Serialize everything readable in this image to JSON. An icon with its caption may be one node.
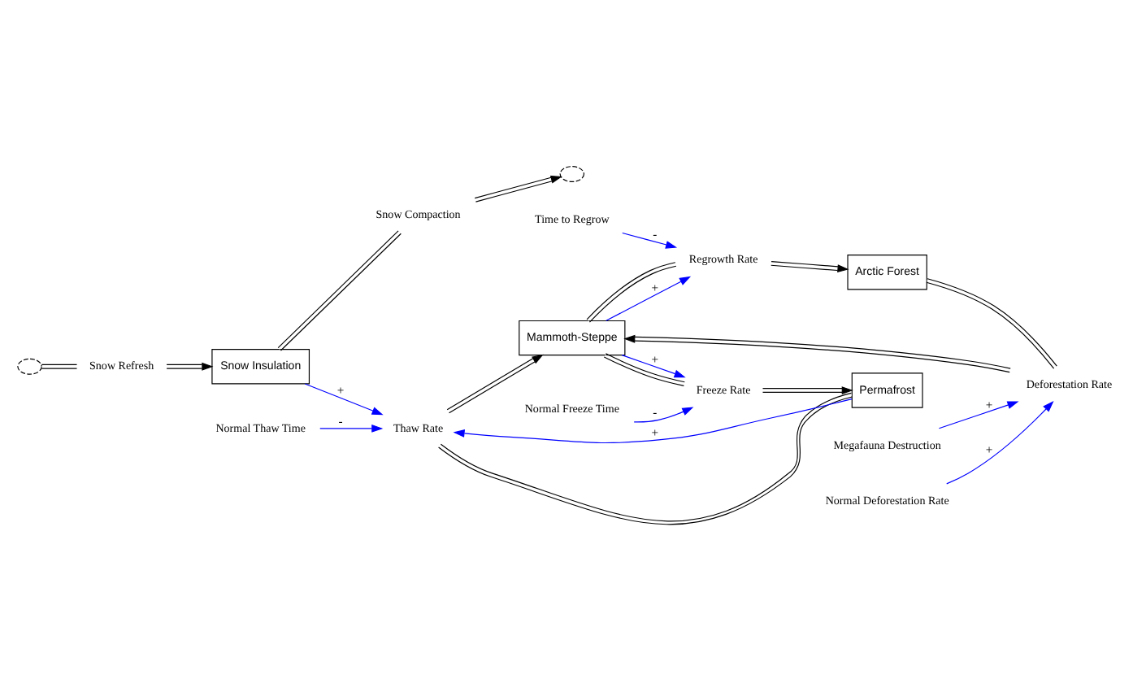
{
  "diagram": {
    "nodes": [
      {
        "text": [],
        "shape": "cloud"
      },
      {
        "text": [
          "Snow Insulation"
        ]
      },
      {
        "text": [],
        "shape": "cloud"
      },
      {
        "text": [
          "Snow Refresh"
        ]
      },
      {
        "text": [
          "Snow Compaction"
        ]
      },
      {
        "text": [
          "Normal Thaw Time"
        ]
      },
      {
        "text": [
          "Thaw Rate"
        ]
      },
      {
        "text": [
          "Permafrost"
        ]
      },
      {
        "text": [
          "Mammoth-Steppe"
        ]
      },
      {
        "text": [
          "Freeze Rate"
        ]
      },
      {
        "text": [
          "Megafauna Destruction"
        ]
      },
      {
        "text": [
          "Deforestation Rate"
        ]
      },
      {
        "text": [
          "Arctic Forest"
        ]
      },
      {
        "text": [
          "Normal Deforestation Rate"
        ]
      },
      {
        "text": [
          "Normal Freeze Time"
        ]
      },
      {
        "text": [
          "Regrowth Rate"
        ]
      },
      {
        "text": [
          "Time to Regrow"
        ]
      }
    ],
    "edges": [
      {
        "from": 0,
        "to": 3,
        "arrow": "none"
      },
      {
        "from": 3,
        "to": 1,
        "arrow": "to"
      },
      {
        "from": 1,
        "to": 4,
        "arrow": "none"
      },
      {
        "from": 4,
        "to": 2,
        "arrow": "to"
      },
      {
        "from": 7,
        "to": 6,
        "arrow": "none"
      },
      {
        "from": 6,
        "to": 8,
        "arrow": "to"
      },
      {
        "from": 8,
        "to": 9,
        "arrow": "none"
      },
      {
        "from": 9,
        "to": 7,
        "arrow": "to"
      },
      {
        "from": 12,
        "to": 11,
        "arrow": "none"
      },
      {
        "from": 11,
        "to": 8,
        "arrow": "to"
      },
      {
        "from": 8,
        "to": 15,
        "arrow": "none"
      },
      {
        "from": 15,
        "to": 12,
        "arrow": "to"
      },
      {
        "from": 5,
        "to": 6,
        "arrow": "to",
        "label": "-",
        "color": "#0000ff"
      },
      {
        "from": 1,
        "to": 6,
        "arrow": "to",
        "label": "+",
        "color": "#0000ff"
      },
      {
        "from": 7,
        "to": 6,
        "arrow": "to",
        "label": "+",
        "color": "#0000ff"
      },
      {
        "from": 10,
        "to": 11,
        "arrow": "to",
        "label": "+",
        "color": "#0000ff"
      },
      {
        "from": 13,
        "to": 11,
        "arrow": "to",
        "label": "+",
        "color": "#0000ff"
      },
      {
        "from": 14,
        "to": 9,
        "arrow": "to",
        "label": "-",
        "color": "#0000ff"
      },
      {
        "from": 8,
        "to": 9,
        "arrow": "to",
        "label": "+",
        "color": "#0000ff"
      },
      {
        "from": 8,
        "to": 15,
        "arrow": "to",
        "label": "+",
        "color": "#0000ff"
      },
      {
        "from": 16,
        "to": 15,
        "arrow": "to",
        "label": "-",
        "color": "#0000ff"
      }
    ]
  }
}
